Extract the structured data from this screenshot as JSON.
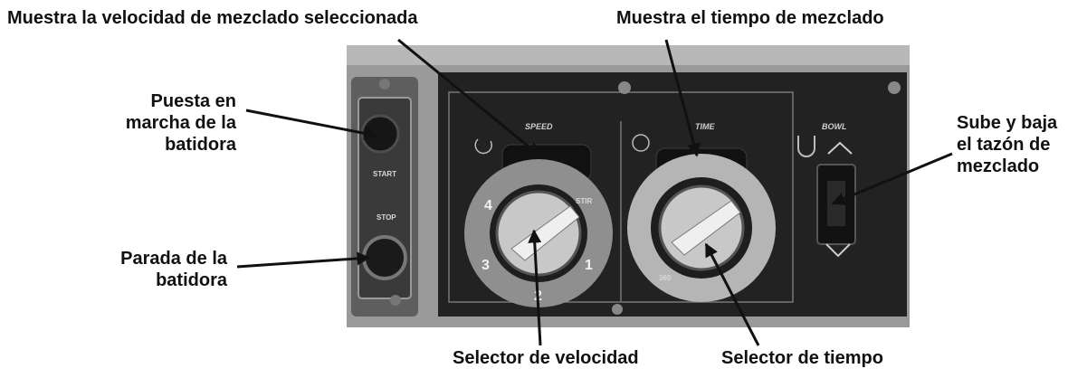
{
  "callouts": {
    "speed_display": "Muestra la velocidad de mezclado seleccionada",
    "time_display": "Muestra el tiempo de mezclado",
    "start_line1": "Puesta en",
    "start_line2": "marcha de la",
    "start_line3": "batidora",
    "stop_line1": "Parada de la",
    "stop_line2": "batidora",
    "bowl_line1": "Sube y baja",
    "bowl_line2": "el tazón de",
    "bowl_line3": "mezclado",
    "speed_selector": "Selector de velocidad",
    "time_selector": "Selector de tiempo"
  },
  "panel": {
    "speed_label": "SPEED",
    "time_label": "TIME",
    "bowl_label": "BOWL",
    "start_label": "START",
    "stop_label": "STOP",
    "speed_numbers": [
      "4",
      "STIR",
      "3",
      "2",
      "1"
    ],
    "time_marker": "360"
  },
  "colors": {
    "panel": "#2b2b2b",
    "frame": "#8a8a8a",
    "dial_ring": "#bdbdbd",
    "text": "#111111"
  }
}
